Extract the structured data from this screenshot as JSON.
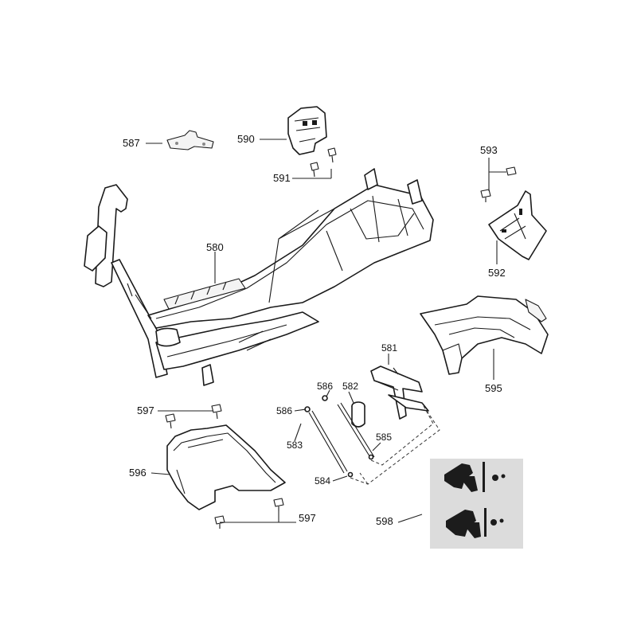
{
  "labels": {
    "p580": "580",
    "p581": "581",
    "p582": "582",
    "p583": "583",
    "p584": "584",
    "p585": "585",
    "p586a": "586",
    "p586b": "586",
    "p587": "587",
    "p590": "590",
    "p591": "591",
    "p592": "592",
    "p593": "593",
    "p595": "595",
    "p596": "596",
    "p597a": "597",
    "p597b": "597",
    "p598": "598"
  },
  "colors": {
    "line": "#1a1a1a",
    "photo_bg": "#dcdcdc",
    "photo_parts": "#1c1c1c"
  }
}
